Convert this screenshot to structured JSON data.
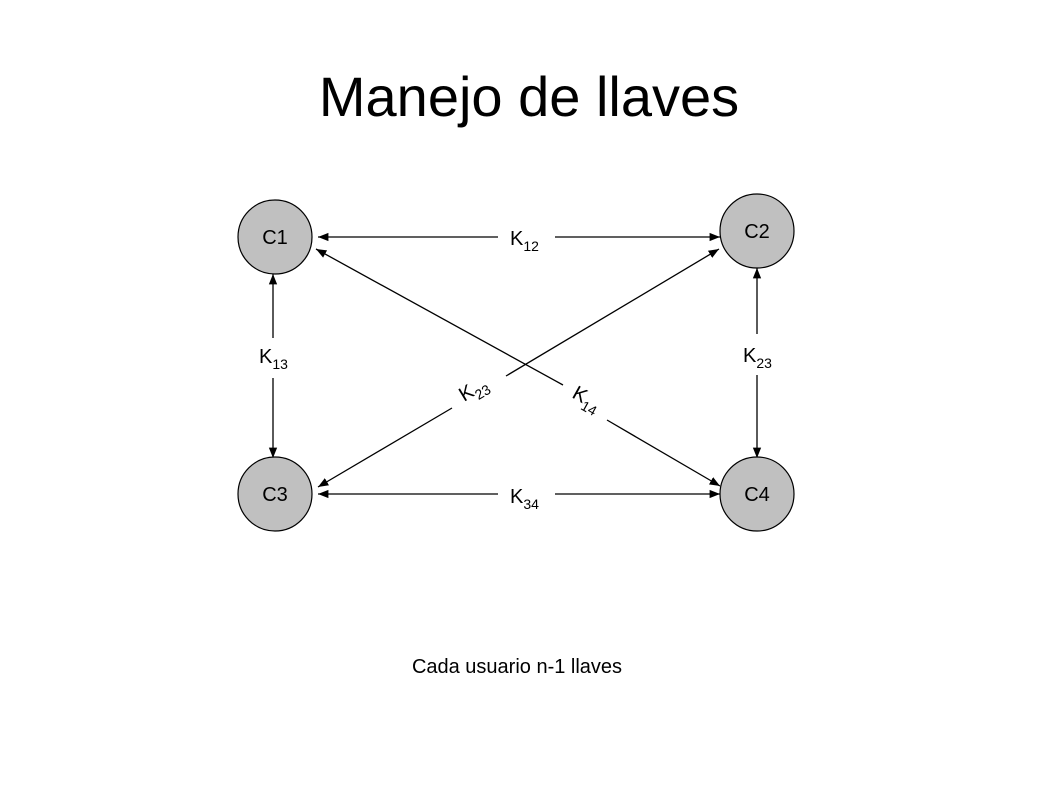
{
  "title": "Manejo de llaves",
  "footer": "Cada usuario n-1 llaves",
  "nodes": {
    "c1": "C1",
    "c2": "C2",
    "c3": "C3",
    "c4": "C4"
  },
  "edges": {
    "k12": {
      "letter": "K",
      "sub": "12"
    },
    "k13": {
      "letter": "K",
      "sub": "13"
    },
    "k23_right": {
      "letter": "K",
      "sub": "23"
    },
    "k34": {
      "letter": "K",
      "sub": "34"
    },
    "k23_diag": {
      "letter": "K",
      "sub": "23"
    },
    "k14": {
      "letter": "K",
      "sub": "14"
    }
  },
  "colors": {
    "node_fill": "#c0c0c0",
    "stroke": "#000000"
  }
}
